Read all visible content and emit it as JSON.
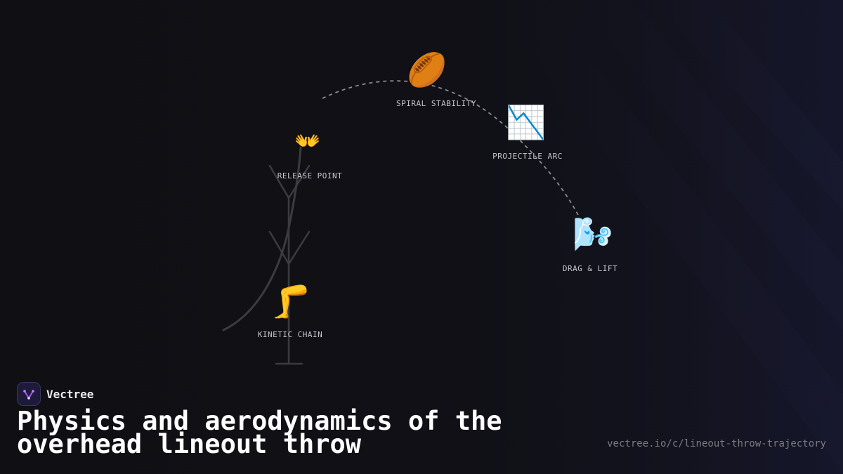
{
  "brand": {
    "name": "Vectree",
    "url": "vectree.io/c/lineout-throw-trajectory",
    "logo_icon": "vectree-logo-icon"
  },
  "title": "Physics and aerodynamics of the overhead lineout throw",
  "colors": {
    "background": "#0f0f14",
    "trajectory": "#8a8a90",
    "figure": "#3c3c40",
    "label": "#c6c6cc",
    "title": "#ffffff",
    "url": "#7b7b82",
    "logo_bg": "#1e1b3a",
    "logo_accent": "#a855f7"
  },
  "nodes": [
    {
      "id": "spiral",
      "icon": "rugby-ball-icon",
      "emoji": "🏉",
      "label": "SPIRAL STABILITY"
    },
    {
      "id": "arc",
      "icon": "chart-decreasing-icon",
      "emoji": "📉",
      "label": "PROJECTILE ARC"
    },
    {
      "id": "release",
      "icon": "open-hands-icon",
      "emoji": "👐",
      "label": "RELEASE POINT"
    },
    {
      "id": "drag",
      "icon": "wind-face-icon",
      "emoji": "🌬️",
      "label": "DRAG & LIFT"
    },
    {
      "id": "kinetic",
      "icon": "leg-icon",
      "emoji": "🦵",
      "label": "KINETIC CHAIN"
    }
  ]
}
